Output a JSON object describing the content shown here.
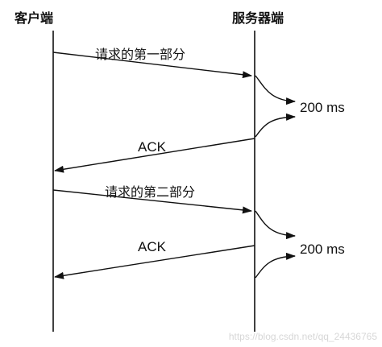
{
  "participants": {
    "client": "客户端",
    "server": "服务器端"
  },
  "messages": {
    "request_part1": "请求的第一部分",
    "ack1": "ACK",
    "request_part2": "请求的第二部分",
    "ack2": "ACK"
  },
  "delays": {
    "first": "200 ms",
    "second": "200 ms"
  },
  "watermark": "https://blog.csdn.net/qq_24436765"
}
